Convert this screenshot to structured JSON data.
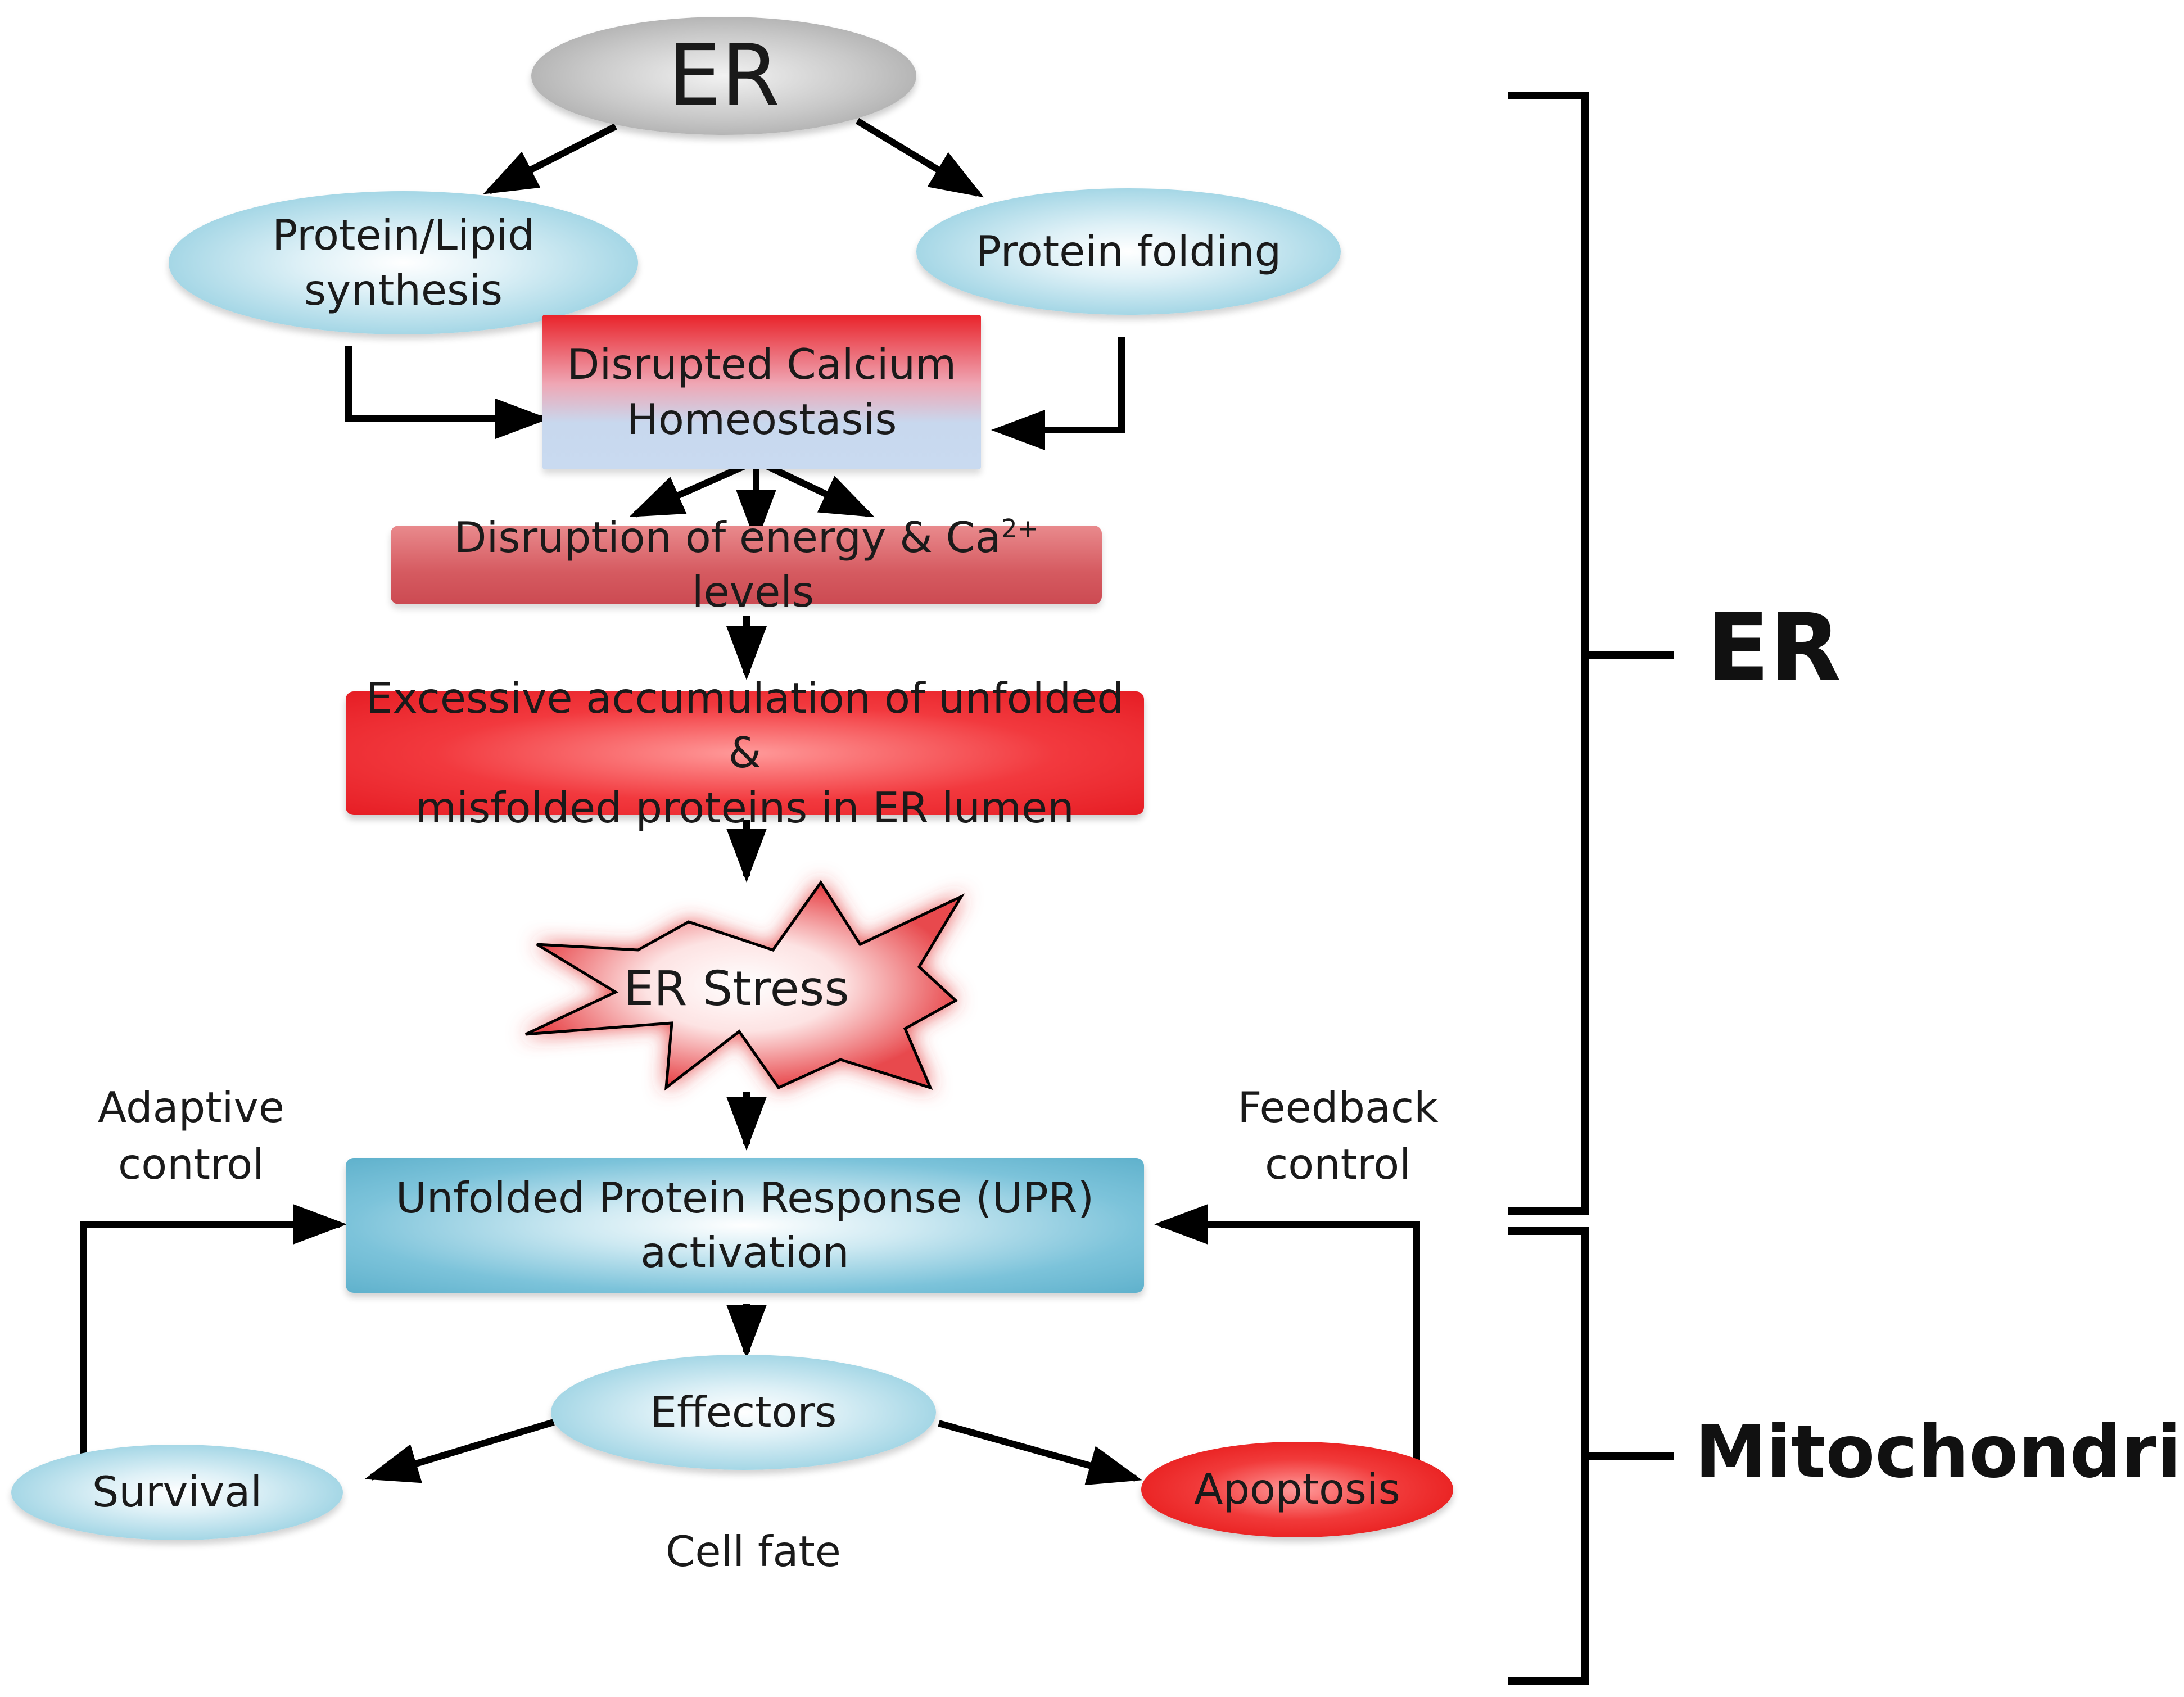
{
  "nodes": {
    "er_top": "ER",
    "protein_lipid_line1": "Protein/Lipid",
    "protein_lipid_line2": "synthesis",
    "protein_folding": "Protein folding",
    "calcium_line1": "Disrupted Calcium",
    "calcium_line2": "Homeostasis",
    "energy_prefix": "Disruption of energy & Ca",
    "energy_sup": "2+",
    "energy_suffix": " levels",
    "excess_line1": "Excessive accumulation of unfolded &",
    "excess_line2": "misfolded proteins in ER lumen",
    "er_stress": "ER Stress",
    "upr_line1": "Unfolded Protein Response (UPR)",
    "upr_line2": "activation",
    "effectors": "Effectors",
    "survival": "Survival",
    "apoptosis": "Apoptosis"
  },
  "labels": {
    "adaptive_line1": "Adaptive",
    "adaptive_line2": "control",
    "feedback_line1": "Feedback",
    "feedback_line2": "control",
    "cell_fate": "Cell fate"
  },
  "brackets": {
    "er": "ER",
    "mitochondria": "Mitochondria"
  },
  "colors": {
    "arrow": "#000000",
    "blue_node": "#9fd4e4",
    "red_node": "#e30d0d",
    "upr_box": "#5fb1cc"
  }
}
